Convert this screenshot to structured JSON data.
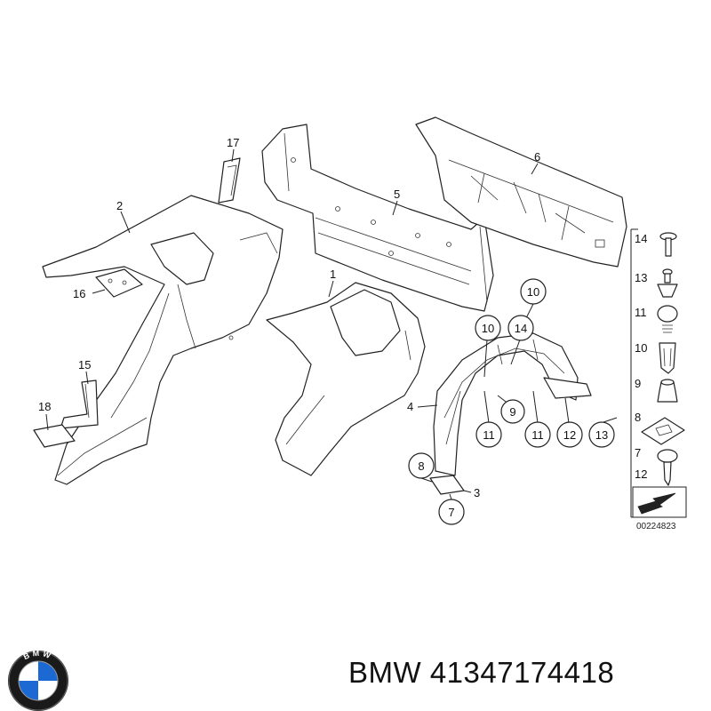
{
  "diagram": {
    "callouts": [
      {
        "id": "17",
        "text": "17"
      },
      {
        "id": "2",
        "text": "2"
      },
      {
        "id": "16",
        "text": "16"
      },
      {
        "id": "15",
        "text": "15"
      },
      {
        "id": "18",
        "text": "18"
      },
      {
        "id": "1",
        "text": "1"
      },
      {
        "id": "5",
        "text": "5"
      },
      {
        "id": "6",
        "text": "6"
      },
      {
        "id": "4",
        "text": "4"
      },
      {
        "id": "3",
        "text": "3"
      }
    ],
    "circled_callouts": [
      {
        "text": "10"
      },
      {
        "text": "10"
      },
      {
        "text": "14"
      },
      {
        "text": "9"
      },
      {
        "text": "11"
      },
      {
        "text": "11"
      },
      {
        "text": "12"
      },
      {
        "text": "13"
      },
      {
        "text": "8"
      },
      {
        "text": "7"
      }
    ],
    "fastener_legend": [
      {
        "number": "14",
        "icon": "push-rivet-icon"
      },
      {
        "number": "13",
        "icon": "expanding-rivet-icon"
      },
      {
        "number": "11",
        "icon": "screw-grommet-icon"
      },
      {
        "number": "10",
        "icon": "spreading-nut-icon"
      },
      {
        "number": "9",
        "icon": "plastic-nut-icon"
      },
      {
        "number": "8",
        "icon": "clip-nut-icon"
      },
      {
        "number": "7",
        "icon": "torx-screw-icon"
      },
      {
        "number": "12",
        "icon": ""
      }
    ],
    "reference_code": "00224823"
  },
  "brand": {
    "logo_letters": "BMW",
    "caption": "BMW 41347174418"
  },
  "colors": {
    "logo_blue": "#1c69d4",
    "logo_ring": "#1a1a1a",
    "line": "#222222"
  }
}
